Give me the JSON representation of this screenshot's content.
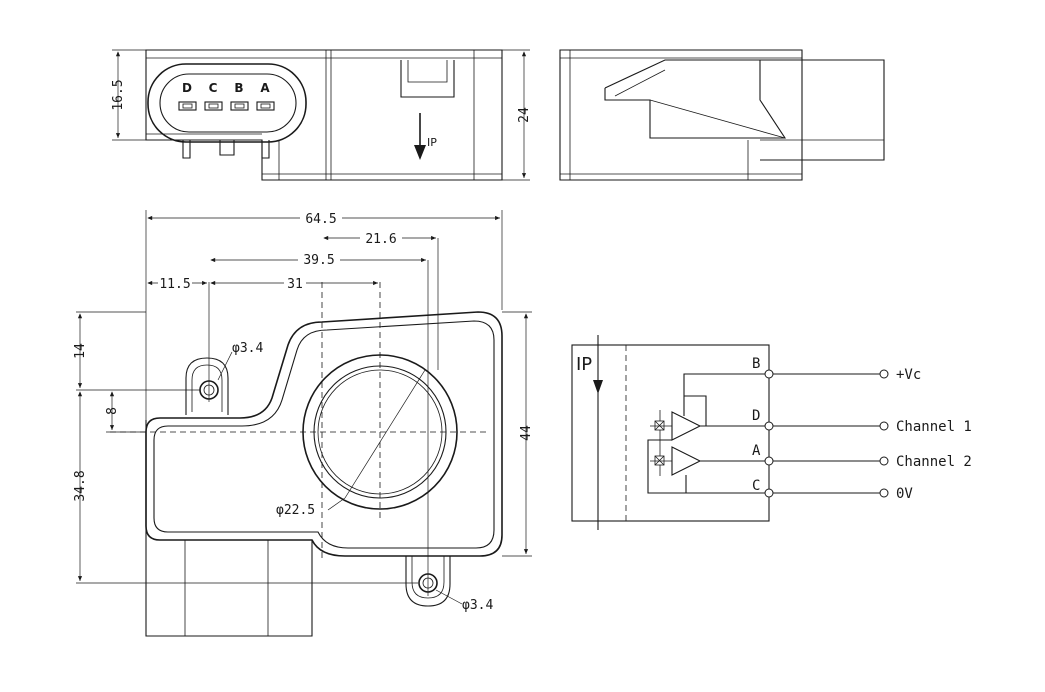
{
  "connector_pins": [
    "D",
    "C",
    "B",
    "A"
  ],
  "top_view": {
    "current_direction_label": "IP",
    "dim_height_connector": "16.5",
    "dim_height_total": "24"
  },
  "front_view": {
    "dim_width_total": "64.5",
    "dim_center_to_right": "21.6",
    "dim_hole_to_hole": "39.5",
    "dim_left_to_hole": "11.5",
    "dim_hole_to_center": "31",
    "dim_hole_dia_left": "φ3.4",
    "dim_hole_dia_bottom": "φ3.4",
    "dim_aperture_dia": "φ22.5",
    "dim_top_to_hole": "14",
    "dim_hole_to_center_v": "8",
    "dim_center_to_bottom": "34.8",
    "dim_height_total": "44"
  },
  "schematic": {
    "current_label": "IP",
    "pins": [
      {
        "pin": "B",
        "signal": "+Vc"
      },
      {
        "pin": "D",
        "signal": "Channel 1"
      },
      {
        "pin": "A",
        "signal": "Channel 2"
      },
      {
        "pin": "C",
        "signal": "0V"
      }
    ]
  }
}
